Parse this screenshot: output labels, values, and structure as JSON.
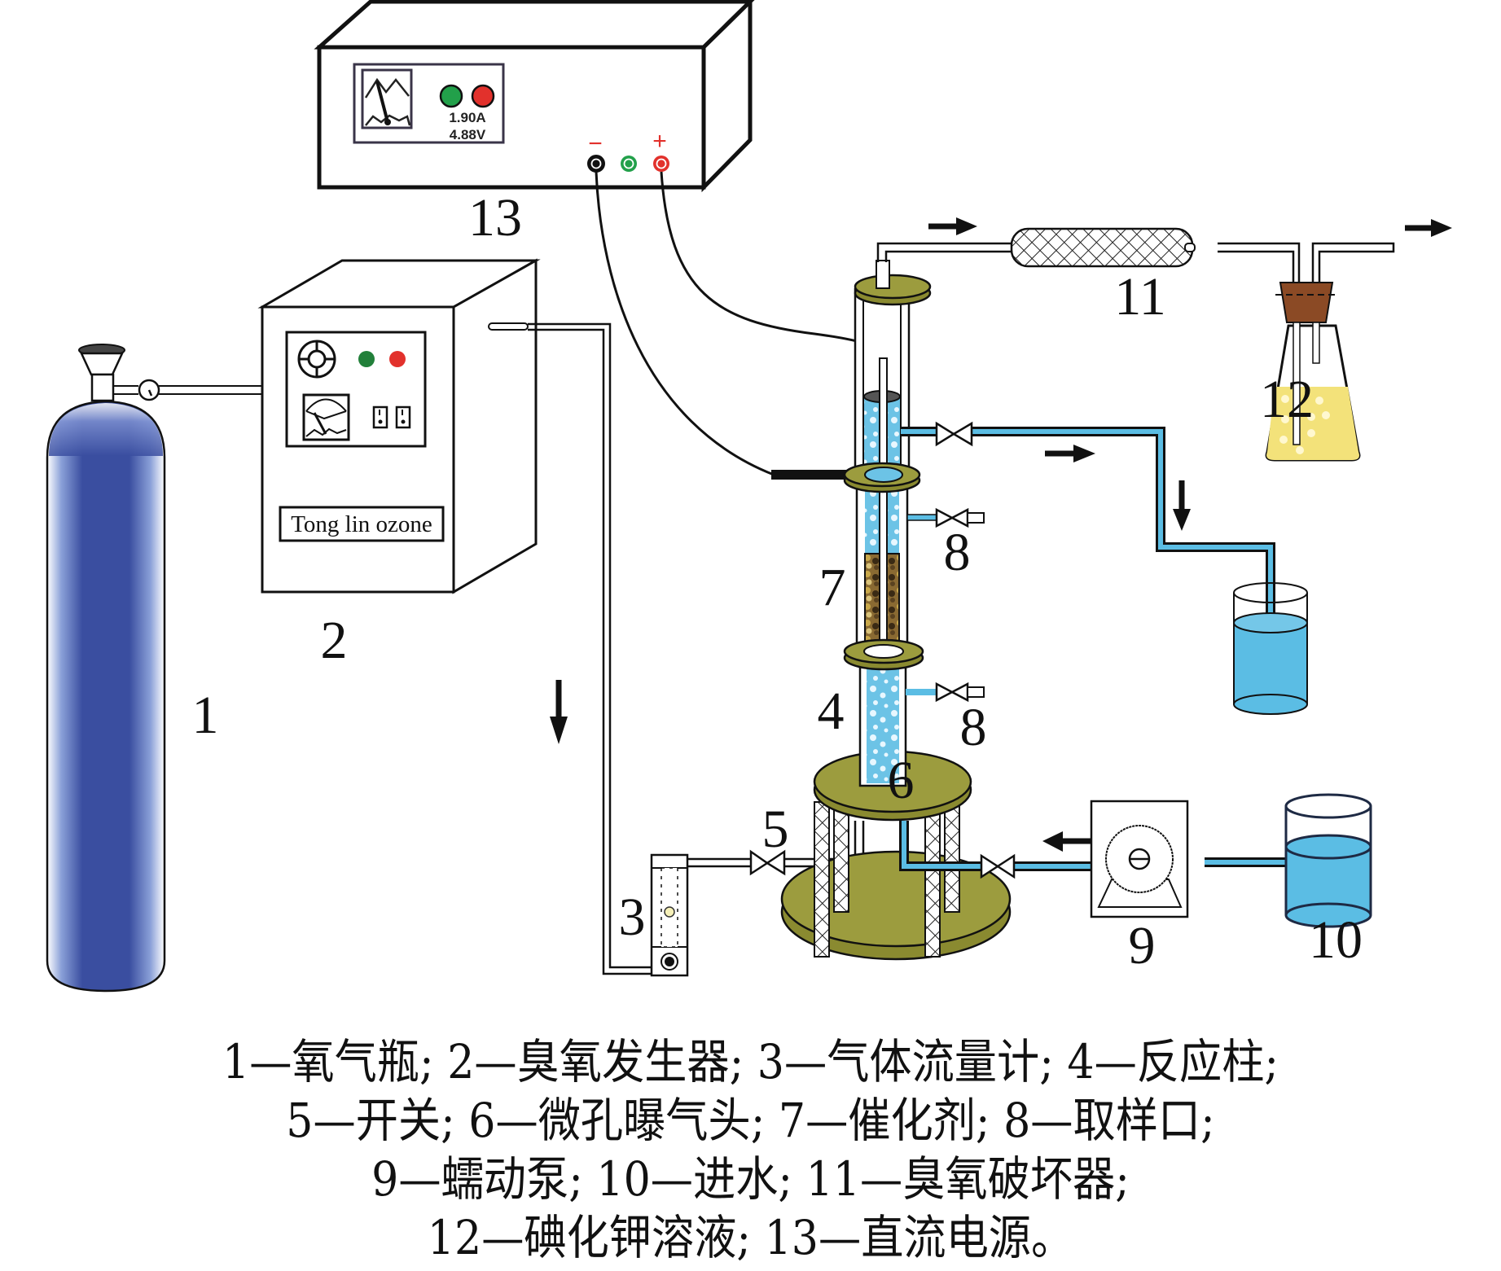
{
  "figure": {
    "components": [
      {
        "id": "1",
        "label": "1",
        "name": "氧气瓶"
      },
      {
        "id": "2",
        "label": "2",
        "name": "臭氧发生器"
      },
      {
        "id": "3",
        "label": "3",
        "name": "气体流量计"
      },
      {
        "id": "4",
        "label": "4",
        "name": "反应柱"
      },
      {
        "id": "5",
        "label": "5",
        "name": "开关"
      },
      {
        "id": "6",
        "label": "6",
        "name": "微孔曝气头"
      },
      {
        "id": "7",
        "label": "7",
        "name": "催化剂"
      },
      {
        "id": "8",
        "label": "8",
        "name": "取样口"
      },
      {
        "id": "9",
        "label": "9",
        "name": "蠕动泵"
      },
      {
        "id": "10",
        "label": "10",
        "name": "进水"
      },
      {
        "id": "11",
        "label": "11",
        "name": "臭氧破坏器"
      },
      {
        "id": "12",
        "label": "12",
        "name": "碘化钾溶液"
      },
      {
        "id": "13",
        "label": "13",
        "name": "直流电源"
      }
    ],
    "labels": {
      "l1": "1",
      "l2": "2",
      "l3": "3",
      "l4": "4",
      "l5": "5",
      "l6": "6",
      "l7": "7",
      "l8a": "8",
      "l8b": "8",
      "l9": "9",
      "l10": "10",
      "l11": "11",
      "l12": "12",
      "l13": "13"
    },
    "dc_power": {
      "current": "1.90A",
      "voltage": "4.88V",
      "negative_symbol": "−",
      "positive_symbol": "+"
    },
    "ozone_generator": {
      "brand": "Tong lin ozone"
    },
    "colors": {
      "water": "#5bbde4",
      "cylinder": "#3a4ea0",
      "base": "#9a9a3c",
      "ki_solution": "#f3e27a",
      "stopper": "#8b4a25",
      "led_green": "#22a04a",
      "led_red": "#e2312c"
    }
  },
  "caption": {
    "lines": [
      "1—氧气瓶; 2—臭氧发生器; 3—气体流量计; 4—反应柱;",
      "5—开关; 6—微孔曝气头; 7—催化剂; 8—取样口;",
      "9—蠕动泵; 10—进水; 11—臭氧破坏器;",
      "12—碘化钾溶液; 13—直流电源。"
    ]
  }
}
